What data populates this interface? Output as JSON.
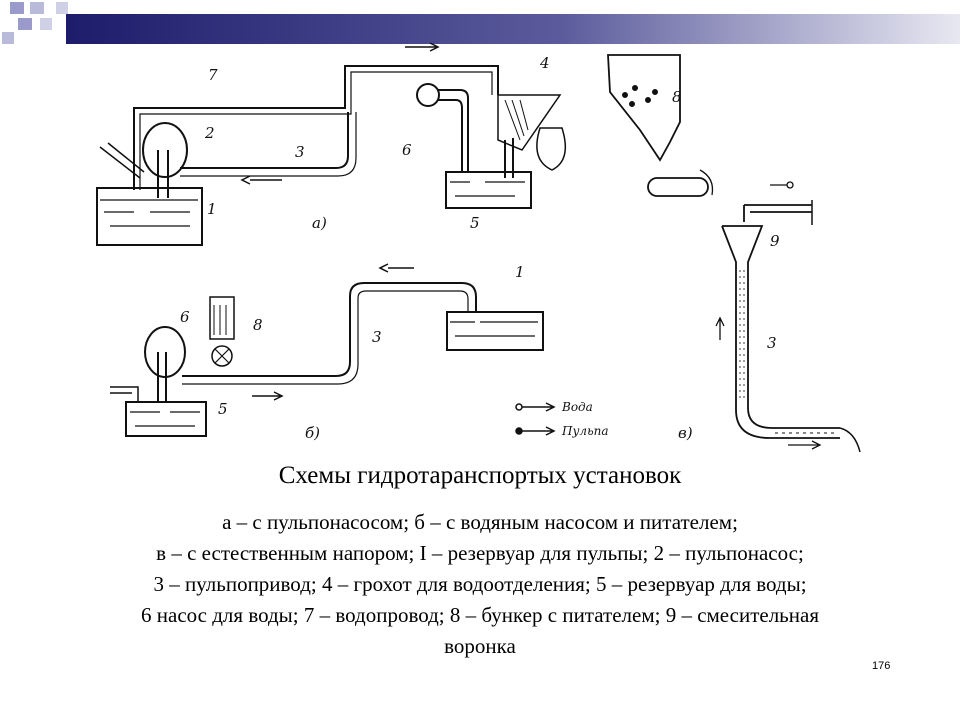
{
  "header": {
    "bar_color_dark": "#1c1c6b",
    "bar_color_light": "#b9b9d9",
    "square_color": "#9a9acc"
  },
  "diagram": {
    "labels": [
      "1",
      "2",
      "3",
      "4",
      "5",
      "6",
      "7",
      "8",
      "9",
      "а)",
      "б)",
      "в)"
    ],
    "legend": {
      "water": "Вода",
      "pulp": "Пульпа"
    }
  },
  "caption": {
    "title": "Схемы гидротаранспортых установок",
    "lines": [
      "а – с пульпонасосом; б – с водяным насосом и питателем;",
      "в – с естественным напором; I – резервуар для пульпы; 2 – пульпонасос;",
      "3 – пульпопривод; 4 – грохот для водоотделения; 5 – резервуар для воды;",
      "6 насос для воды; 7 – водопровод; 8 – бункер с питателем; 9 – смесительная",
      "воронка"
    ]
  },
  "page_number": "176"
}
